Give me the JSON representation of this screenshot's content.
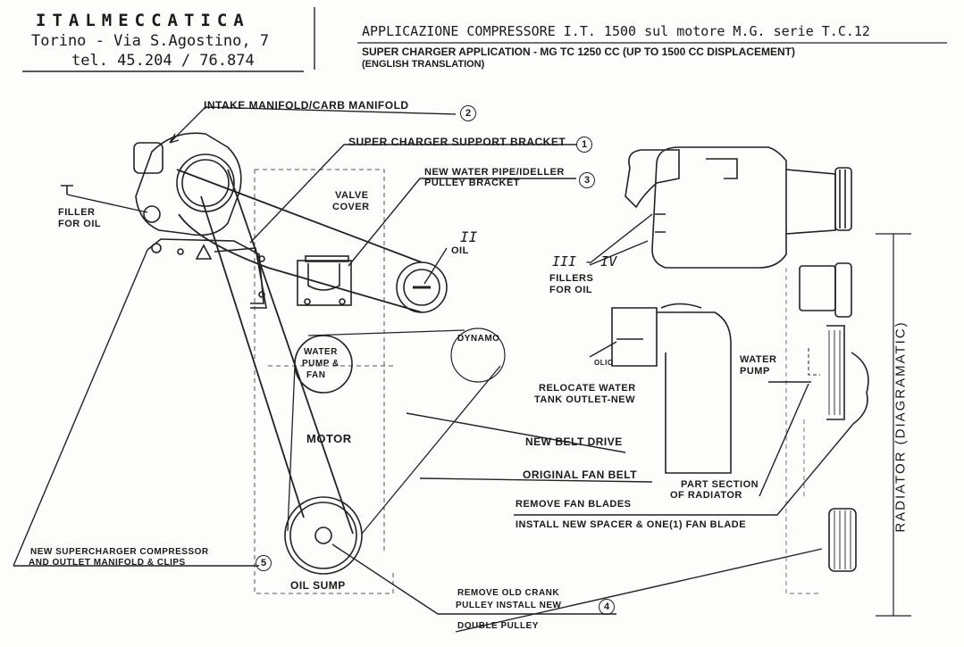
{
  "header": {
    "company": "ITALMECCATICA",
    "address": "Torino - Via S.Agostino, 7",
    "phone": "tel. 45.204 / 76.874",
    "title_it": "APPLICAZIONE COMPRESSORE I.T. 1500 sul motore M.G. serie T.C.12",
    "title_en": "SUPER CHARGER APPLICATION - MG TC 1250 CC (UP TO 1500 CC DISPLACEMENT)",
    "title_en_note": "(ENGLISH TRANSLATION)"
  },
  "labels": {
    "intake": "INTAKE MANIFOLD/CARB MANIFOLD",
    "support_bracket": "SUPER CHARGER SUPPORT BRACKET",
    "water_pipe_1": "NEW WATER PIPE/IDELLER",
    "water_pipe_2": "PULLEY BRACKET",
    "valve_cover_1": "VALVE",
    "valve_cover_2": "COVER",
    "filler_1": "FILLER",
    "filler_2": "FOR OIL",
    "oil_roman": "II",
    "oil": "OIL",
    "dynamo": "DYNAMO",
    "water_pump_fan_1": "WATER",
    "water_pump_fan_2": "PUMP &",
    "water_pump_fan_3": "FAN",
    "motor": "MOTOR",
    "oil_sump": "OIL SUMP",
    "fillers_roman": "III - IV",
    "fillers_1": "FILLERS",
    "fillers_2": "FOR OIL",
    "oil_small": "OLIO",
    "relocate_1": "RELOCATE WATER",
    "relocate_2": "TANK OUTLET-NEW",
    "water_pump_1": "WATER",
    "water_pump_2": "PUMP",
    "new_belt": "NEW BELT DRIVE",
    "original_belt": "ORIGINAL FAN BELT",
    "part_section_1": "PART SECTION",
    "part_section_2": "OF RADIATOR",
    "remove_fan": "REMOVE FAN BLADES",
    "install_spacer": "INSTALL NEW SPACER & ONE(1) FAN BLADE",
    "compressor_1": "NEW SUPERCHARGER COMPRESSOR",
    "compressor_2": "AND OUTLET MANIFOLD & CLIPS",
    "crank_1": "REMOVE OLD CRANK",
    "crank_2": "PULLEY INSTALL NEW",
    "crank_3": "DOUBLE PULLEY",
    "radiator": "RADIATOR (DIAGRAMATIC)"
  },
  "callouts": {
    "n1": "1",
    "n2": "2",
    "n3": "3",
    "n4": "4",
    "n5": "5"
  }
}
